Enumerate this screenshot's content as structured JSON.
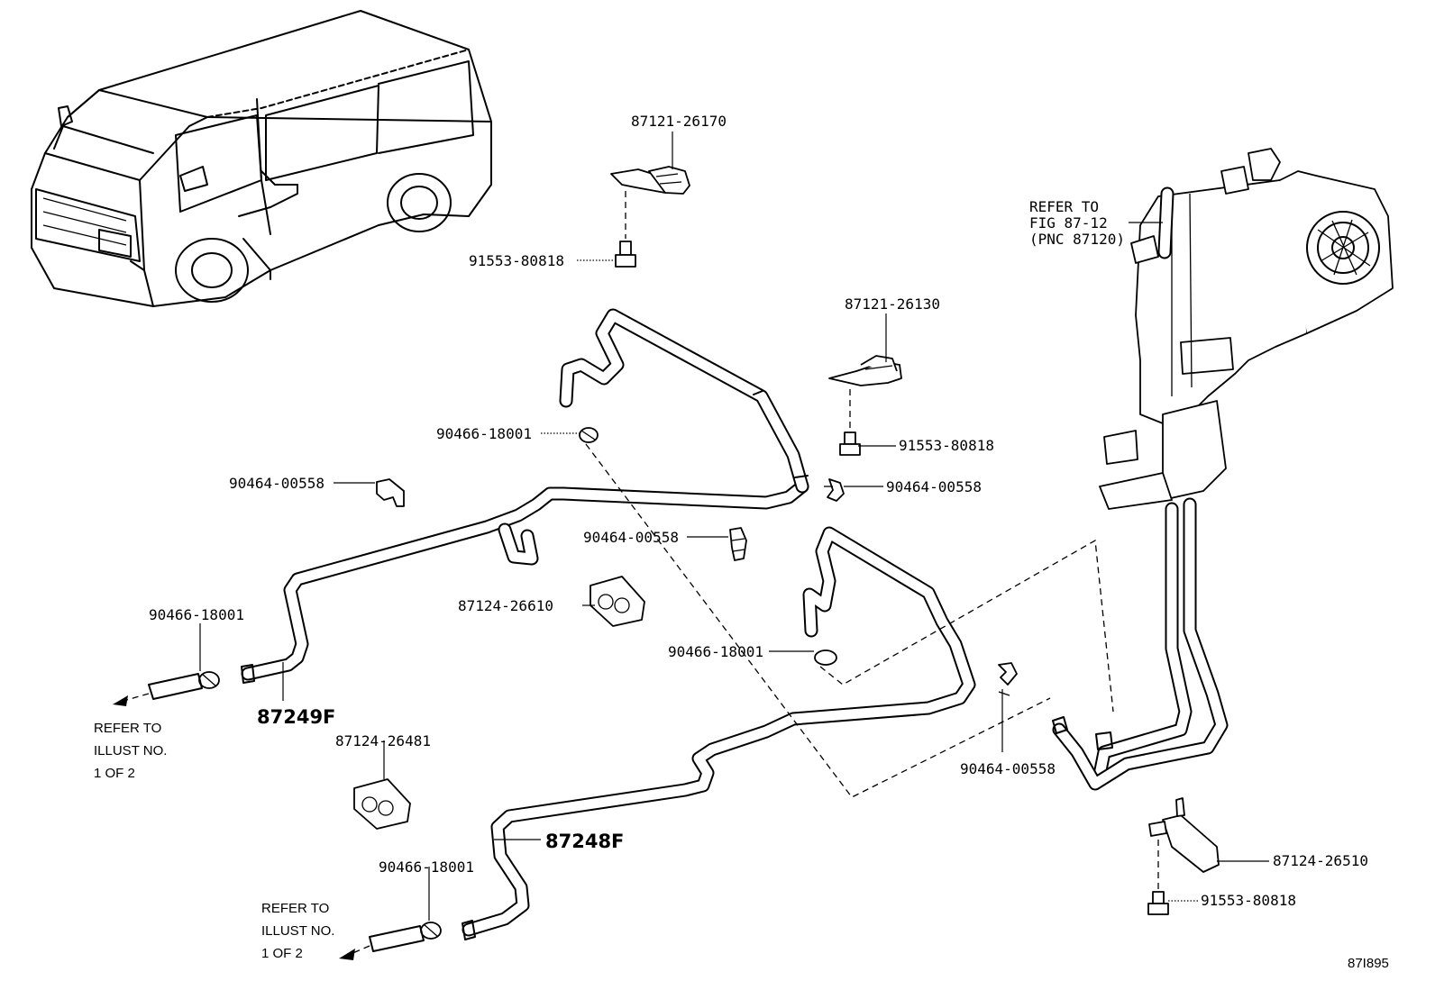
{
  "labels": {
    "clamp_87121_26170": "87121-26170",
    "bolt_91553_80818_a": "91553-80818",
    "refer_fig_line1": "REFER TO",
    "refer_fig_line2": "FIG 87-12",
    "refer_fig_line3": "(PNC 87120)",
    "clamp_87121_26130": "87121-26130",
    "hoseclamp_90466_18001_a": "90466-18001",
    "bolt_91553_80818_b": "91553-80818",
    "clip_90464_00558_a": "90464-00558",
    "clip_90464_00558_b": "90464-00558",
    "clip_90464_00558_c": "90464-00558",
    "clamp_87124_26610": "87124-26610",
    "hoseclamp_90466_18001_b": "90466-18001",
    "hoseclamp_90466_18001_c": "90466-18001",
    "hose_87249F": "87249F",
    "refer_illust_a_line1": "REFER TO",
    "refer_illust_a_line2": "ILLUST NO.",
    "refer_illust_a_line3": "1 OF 2",
    "clamp_87124_26481": "87124-26481",
    "clip_90464_00558_d": "90464-00558",
    "hose_87248F": "87248F",
    "hoseclamp_90466_18001_d": "90466-18001",
    "refer_illust_b_line1": "REFER TO",
    "refer_illust_b_line2": "ILLUST NO.",
    "refer_illust_b_line3": "1 OF 2",
    "clamp_87124_26510": "87124-26510",
    "bolt_91553_80818_c": "91553-80818",
    "figure_number": "87I895"
  },
  "icons": {
    "van": "van-illustration-icon",
    "heater_unit": "rear-heater-unit-icon"
  }
}
